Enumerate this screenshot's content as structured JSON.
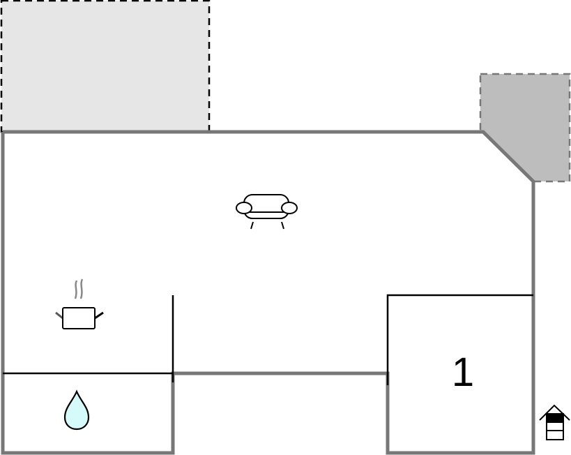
{
  "floorplan": {
    "colors": {
      "background": "#ffffff",
      "wall": "#777777",
      "inner_wall": "#000000",
      "terrace_fill": "#e6e6e6",
      "terrace_border": "#000000",
      "balcony_fill": "#bdbdbd",
      "balcony_border": "#777777",
      "water_fill": "#d6fafa"
    },
    "rooms": [
      {
        "id": "living",
        "icon": "sofa-icon"
      },
      {
        "id": "kitchen",
        "icon": "cooking-pot-icon"
      },
      {
        "id": "bathroom",
        "icon": "water-drop-icon"
      },
      {
        "id": "bedroom-1",
        "label": "1"
      }
    ],
    "outdoor": [
      {
        "id": "terrace",
        "style": "dashed light gray"
      },
      {
        "id": "balcony",
        "style": "dashed medium gray"
      }
    ],
    "floor_indicator": {
      "icon": "house-floor-icon",
      "active_level": "top"
    },
    "bedroom_label": "1"
  }
}
